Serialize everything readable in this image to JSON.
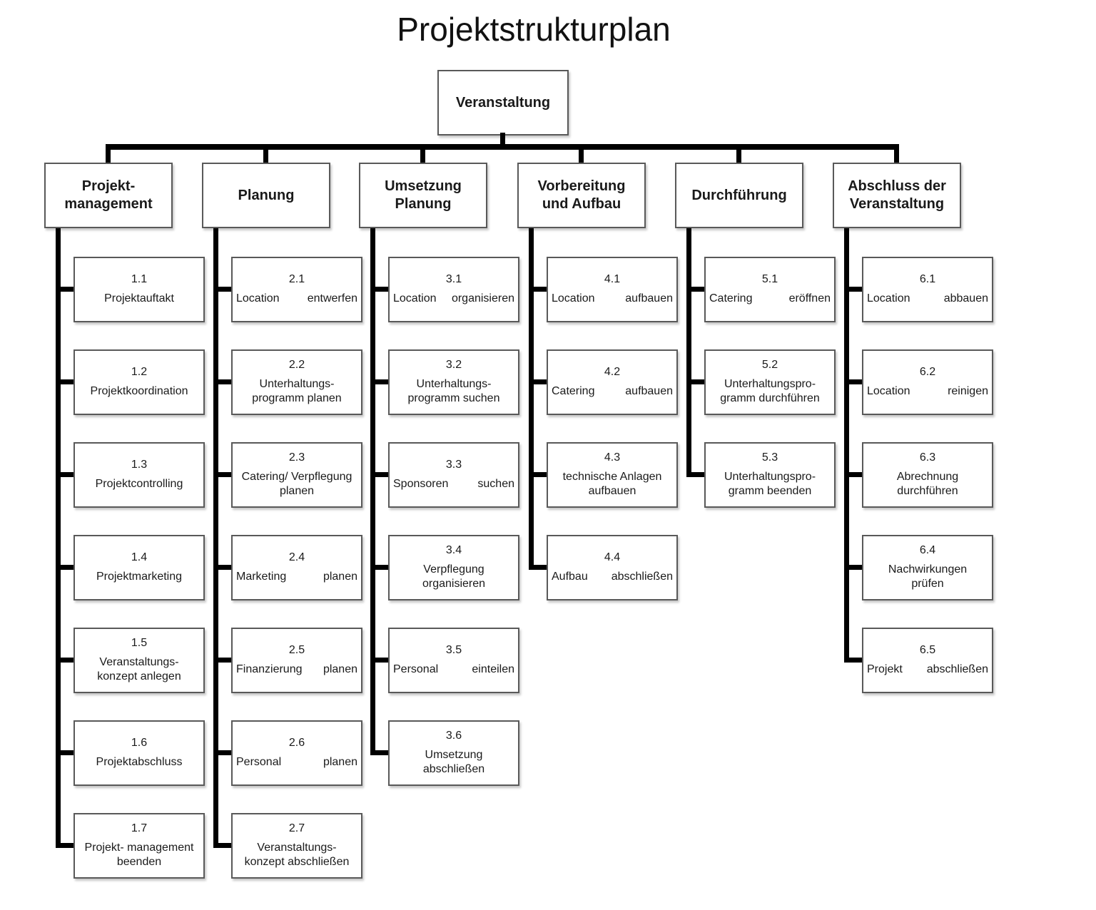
{
  "title": "Projektstrukturplan",
  "root": {
    "label": "Veranstaltung"
  },
  "columns": [
    {
      "header": "Projekt-\nmanagement",
      "items": [
        {
          "num": "1.1",
          "label": "Projektauftakt",
          "spread": false
        },
        {
          "num": "1.2",
          "label": "Projektkoordination",
          "spread": false
        },
        {
          "num": "1.3",
          "label": "Projektcontrolling",
          "spread": false
        },
        {
          "num": "1.4",
          "label": "Projektmarketing",
          "spread": false
        },
        {
          "num": "1.5",
          "label": "Veranstaltungs-\nkonzept anlegen",
          "spread": false
        },
        {
          "num": "1.6",
          "label": "Projektabschluss",
          "spread": false
        },
        {
          "num": "1.7",
          "label": "Projekt- management\nbeenden",
          "spread": false
        }
      ]
    },
    {
      "header": "Planung",
      "items": [
        {
          "num": "2.1",
          "label": "Location entwerfen",
          "spread": true
        },
        {
          "num": "2.2",
          "label": "Unterhaltungs-\nprogramm planen",
          "spread": false
        },
        {
          "num": "2.3",
          "label": "Catering/ Verpflegung\nplanen",
          "spread": false
        },
        {
          "num": "2.4",
          "label": "Marketing planen",
          "spread": true
        },
        {
          "num": "2.5",
          "label": "Finanzierung planen",
          "spread": true
        },
        {
          "num": "2.6",
          "label": "Personal planen",
          "spread": true
        },
        {
          "num": "2.7",
          "label": "Veranstaltungs-\nkonzept abschließen",
          "spread": false
        }
      ]
    },
    {
      "header": "Umsetzung\nPlanung",
      "items": [
        {
          "num": "3.1",
          "label": "Location organisieren",
          "spread": true
        },
        {
          "num": "3.2",
          "label": "Unterhaltungs-\nprogramm suchen",
          "spread": false
        },
        {
          "num": "3.3",
          "label": "Sponsoren suchen",
          "spread": true
        },
        {
          "num": "3.4",
          "label": "Verpflegung\norganisieren",
          "spread": false
        },
        {
          "num": "3.5",
          "label": "Personal einteilen",
          "spread": true
        },
        {
          "num": "3.6",
          "label": "Umsetzung\nabschließen",
          "spread": false
        }
      ]
    },
    {
      "header": "Vorbereitung\nund Aufbau",
      "items": [
        {
          "num": "4.1",
          "label": "Location aufbauen",
          "spread": true
        },
        {
          "num": "4.2",
          "label": "Catering aufbauen",
          "spread": true
        },
        {
          "num": "4.3",
          "label": "technische Anlagen\naufbauen",
          "spread": false
        },
        {
          "num": "4.4",
          "label": "Aufbau abschließen",
          "spread": true
        }
      ]
    },
    {
      "header": "Durchführung",
      "items": [
        {
          "num": "5.1",
          "label": "Catering eröffnen",
          "spread": true
        },
        {
          "num": "5.2",
          "label": "Unterhaltungspro-\ngramm durchführen",
          "spread": false
        },
        {
          "num": "5.3",
          "label": "Unterhaltungspro-\ngramm beenden",
          "spread": false
        }
      ]
    },
    {
      "header": "Abschluss der\nVeranstaltung",
      "items": [
        {
          "num": "6.1",
          "label": "Location abbauen",
          "spread": true
        },
        {
          "num": "6.2",
          "label": "Location reinigen",
          "spread": true
        },
        {
          "num": "6.3",
          "label": "Abrechnung\ndurchführen",
          "spread": false
        },
        {
          "num": "6.4",
          "label": "Nachwirkungen\nprüfen",
          "spread": false
        },
        {
          "num": "6.5",
          "label": "Projekt abschließen",
          "spread": true
        }
      ]
    }
  ],
  "colors": {
    "line": "#000000",
    "box_border": "#595959",
    "box_fill": "#ffffff",
    "text": "#1a1a1a"
  }
}
